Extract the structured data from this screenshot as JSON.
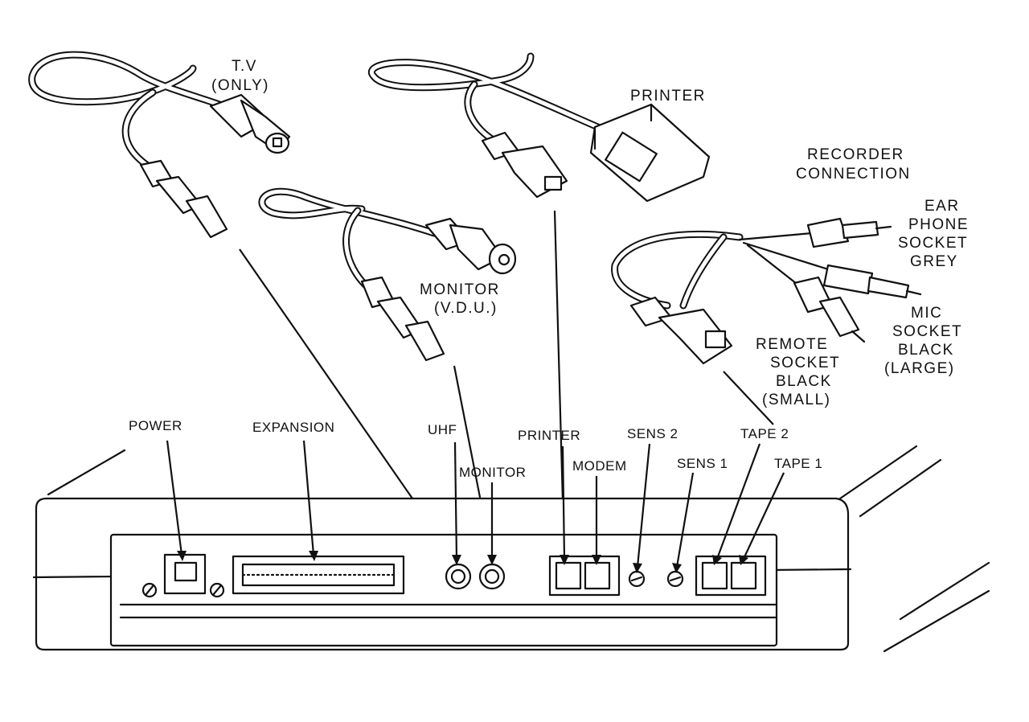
{
  "cables": {
    "tv": [
      "T.V",
      "(ONLY)"
    ],
    "printer": [
      "PRINTER"
    ],
    "recorder": [
      "RECORDER",
      "CONNECTION"
    ],
    "monitor": [
      "MONITOR",
      "(V.D.U.)"
    ],
    "ear": [
      "EAR",
      "PHONE",
      "SOCKET",
      "GREY"
    ],
    "mic": [
      "MIC",
      "SOCKET",
      "BLACK",
      "(LARGE)"
    ],
    "remote": [
      "REMOTE",
      "SOCKET",
      "BLACK",
      "(SMALL)"
    ]
  },
  "ports": {
    "power": "POWER",
    "expansion": "EXPANSION",
    "uhf": "UHF",
    "monitor": "MONITOR",
    "printer": "PRINTER",
    "modem": "MODEM",
    "sens2": "SENS 2",
    "sens1": "SENS 1",
    "tape2": "TAPE 2",
    "tape1": "TAPE 1"
  }
}
